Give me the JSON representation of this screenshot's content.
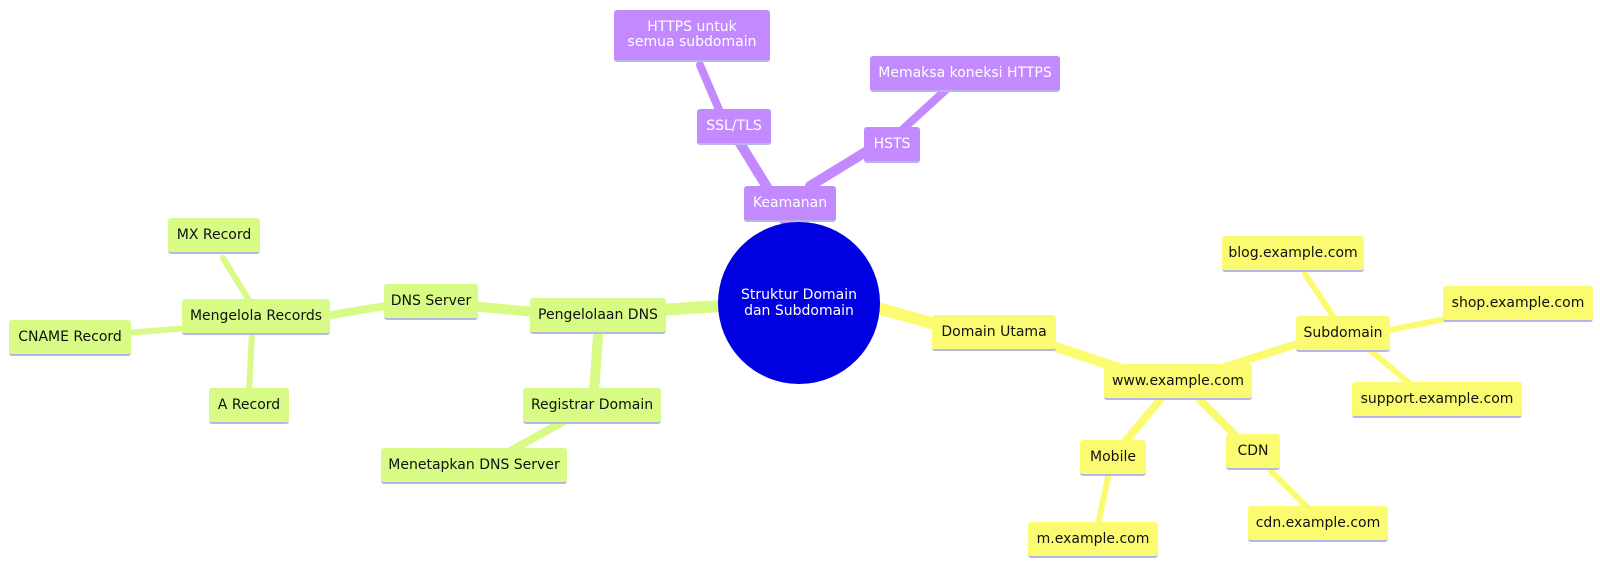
{
  "colors": {
    "root": "#0000e0",
    "keamanan": "#c389ff",
    "dns": "#d7fb84",
    "domain": "#fbfb72"
  },
  "root": {
    "label": "Struktur Domain dan Subdomain"
  },
  "keamanan": {
    "label": "Keamanan",
    "ssl": {
      "label": "SSL/TLS",
      "child": "HTTPS untuk semua subdomain"
    },
    "hsts": {
      "label": "HSTS",
      "child": "Memaksa koneksi HTTPS"
    }
  },
  "dns": {
    "label": "Pengelolaan DNS",
    "server": {
      "label": "DNS Server",
      "records": {
        "label": "Mengelola Records",
        "items": [
          "MX Record",
          "CNAME Record",
          "A Record"
        ]
      }
    },
    "registrar": {
      "label": "Registrar Domain",
      "child": "Menetapkan DNS Server"
    }
  },
  "domain": {
    "label": "Domain Utama",
    "www": {
      "label": "www.example.com",
      "subdomain": {
        "label": "Subdomain",
        "items": [
          "blog.example.com",
          "shop.example.com",
          "support.example.com"
        ]
      },
      "mobile": {
        "label": "Mobile",
        "child": "m.example.com"
      },
      "cdn": {
        "label": "CDN",
        "child": "cdn.example.com"
      }
    }
  }
}
